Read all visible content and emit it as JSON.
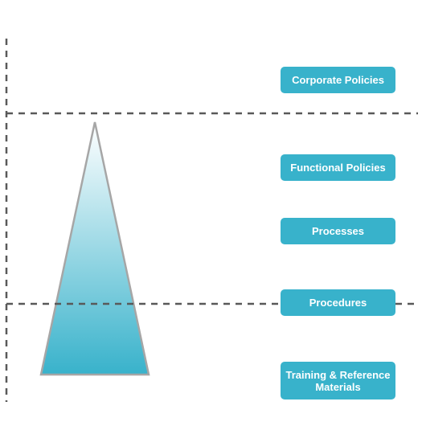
{
  "colors": {
    "box_fill": "#38b2cb",
    "box_text": "#ffffff",
    "pyramid_top": "#ffffff",
    "pyramid_bottom": "#38b2cb",
    "pyramid_outline": "#a6a6a6",
    "divider": "#595959"
  },
  "hierarchy": {
    "levels": [
      {
        "label": "Corporate Policies"
      },
      {
        "label": "Functional Policies"
      },
      {
        "label": "Processes"
      },
      {
        "label": "Procedures"
      },
      {
        "label": "Training & Reference Materials"
      }
    ]
  }
}
